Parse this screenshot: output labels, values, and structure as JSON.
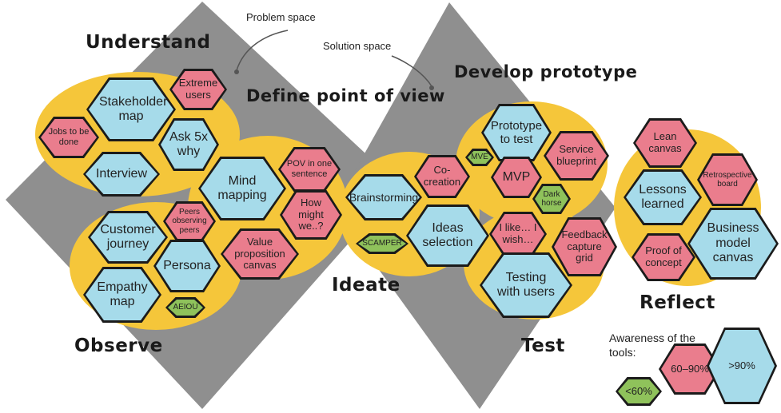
{
  "colors": {
    "diamond": "#8f8f8f",
    "cluster": "#f5c63a",
    "known": "#a6dbea",
    "medium": "#ea7d8d",
    "unknown": "#8fc25b"
  },
  "spaces": {
    "problem": "Problem space",
    "solution": "Solution space"
  },
  "phases": {
    "understand": "Understand",
    "define": "Define point of view",
    "observe": "Observe",
    "ideate": "Ideate",
    "prototype": "Develop prototype",
    "test": "Test",
    "reflect": "Reflect"
  },
  "tools": {
    "stakeholder_map": "Stakeholder map",
    "extreme_users": "Extreme users",
    "jobs_to_be_done": "Jobs to be done",
    "ask_5x_why": "Ask 5x why",
    "interview": "Interview",
    "mind_mapping": "Mind mapping",
    "pov_sentence": "POV in one sentence",
    "how_might_we": "How might we..?",
    "value_proposition": "Value proposition canvas",
    "customer_journey": "Customer journey",
    "peers_observing": "Peers observing peers",
    "persona": "Persona",
    "empathy_map": "Empathy map",
    "aeiou": "AEIOU",
    "brainstorming": "Brainstorming",
    "co_creation": "Co-creation",
    "ideas_selection": "Ideas selection",
    "scamper": "SCAMPER",
    "prototype_to_test": "Prototype to test",
    "mve": "MVE",
    "mvp": "MVP",
    "service_blueprint": "Service blueprint",
    "dark_horse": "Dark horse",
    "i_like_i_wish": "I like… I wish…",
    "feedback_grid": "Feedback capture grid",
    "testing_with_users": "Testing with users",
    "lean_canvas": "Lean canvas",
    "retrospective_board": "Retrospective board",
    "lessons_learned": "Lessons learned",
    "business_model_canvas": "Business model canvas",
    "proof_of_concept": "Proof of concept"
  },
  "legend": {
    "title": "Awareness of the tools:",
    "low": "<60%",
    "mid": "60–90%",
    "high": ">90%"
  }
}
